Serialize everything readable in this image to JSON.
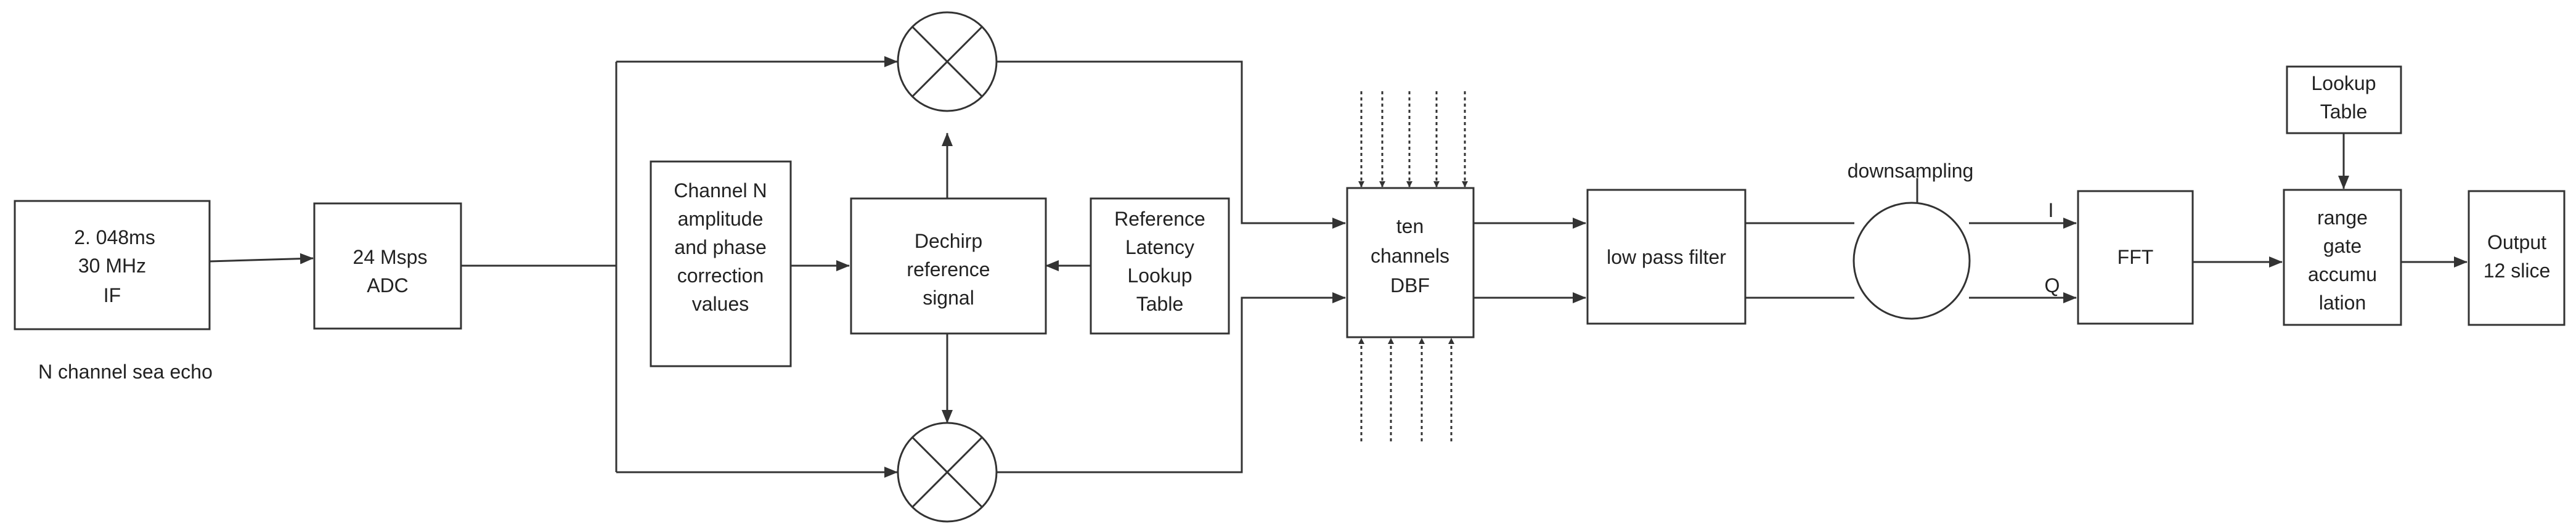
{
  "colors": {
    "stroke": "#333333",
    "text": "#222222",
    "background": "#ffffff"
  },
  "blocks": {
    "input": {
      "line1": "2. 048ms",
      "line2": "30 MHz",
      "line3": "IF"
    },
    "input_caption": "N channel sea echo",
    "adc": {
      "line1": "24 Msps",
      "line2": "ADC"
    },
    "correction": {
      "line1": "Channel N",
      "line2": "amplitude",
      "line3": "and phase",
      "line4": "correction",
      "line5": "values"
    },
    "dechirp": {
      "line1": "Dechirp",
      "line2": "reference",
      "line3": "signal"
    },
    "latency": {
      "line1": "Reference",
      "line2": "Latency",
      "line3": "Lookup",
      "line4": "Table"
    },
    "dbf": {
      "line1": "ten",
      "line2": "channels",
      "line3": "DBF"
    },
    "lpf": {
      "line1": "low pass filter"
    },
    "downsampling_label": "downsampling",
    "i_label": "I",
    "q_label": "Q",
    "fft": {
      "line1": "FFT"
    },
    "lookup": {
      "line1": "Lookup",
      "line2": "Table"
    },
    "range_gate": {
      "line1": "range",
      "line2": "gate",
      "line3": "accumu",
      "line4": "lation"
    },
    "output": {
      "line1": "Output",
      "line2": "12 slice"
    }
  }
}
